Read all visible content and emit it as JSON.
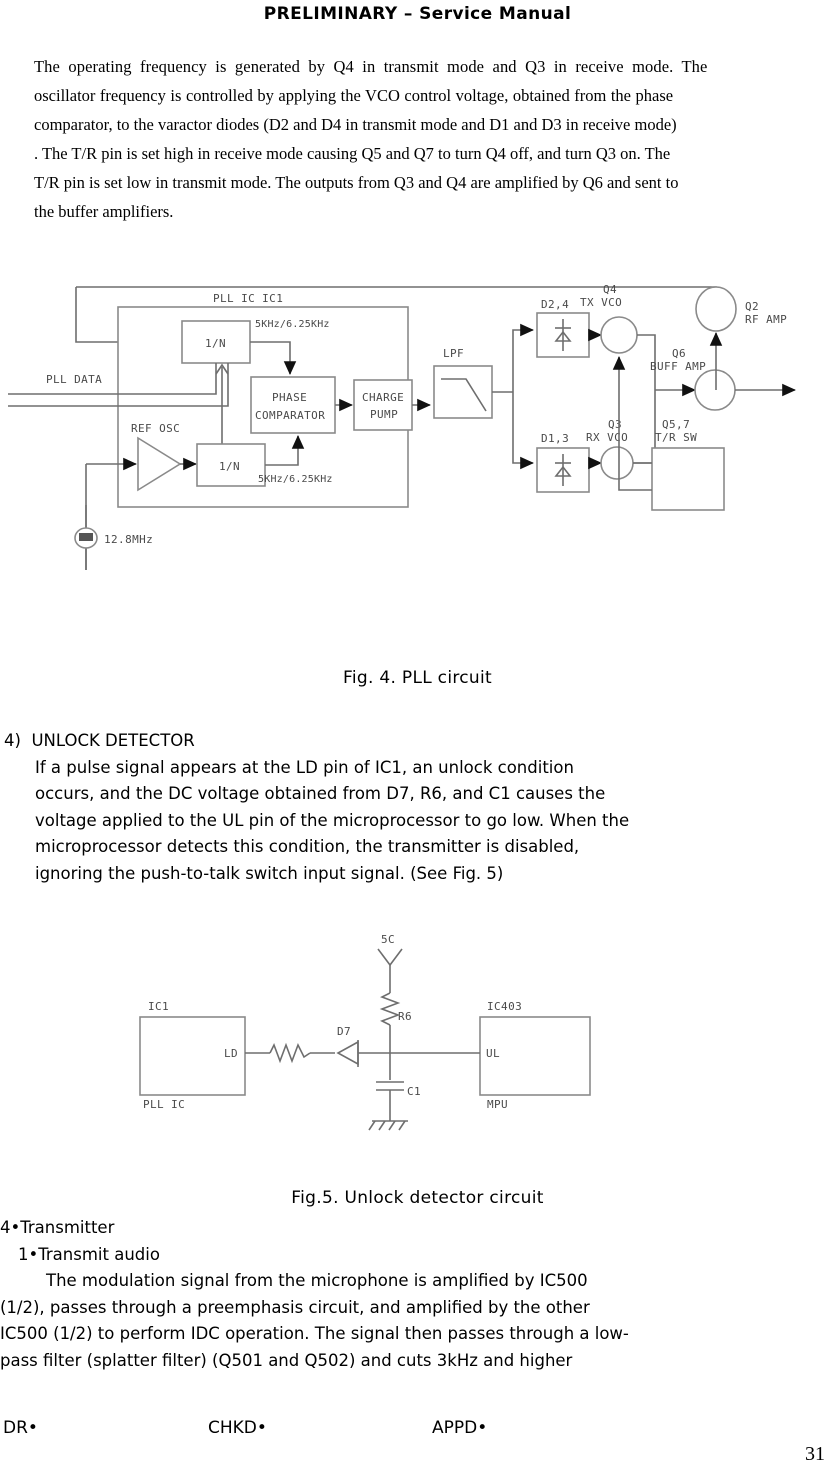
{
  "header": {
    "title": "PRELIMINARY – Service Manual"
  },
  "intro_paragraph": {
    "lines": [
      "The operating frequency is generated by Q4 in transmit mode and Q3 in receive mode. The",
      "oscillator frequency is controlled by applying the VCO control voltage, obtained from the phase",
      "comparator, to the varactor diodes  (D2 and D4 in transmit mode and D1 and D3 in receive mode)",
      ". The T/R pin is set high in receive mode causing Q5 and Q7 to turn Q4 off, and turn Q3 on. The",
      "T/R pin is set low in transmit mode. The outputs from Q3 and Q4 are amplified by Q6 and sent to",
      "the buffer amplifiers."
    ]
  },
  "figure4": {
    "caption": "Fig. 4.  PLL circuit",
    "labels": {
      "pll_ic": "PLL IC IC1",
      "pll_data": "PLL DATA",
      "divider_top": "1/N",
      "divider_bottom": "1/N",
      "ref_osc": "REF OSC",
      "phase_comparator_l1": "PHASE",
      "phase_comparator_l2": "COMPARATOR",
      "charge_pump_l1": "CHARGE",
      "charge_pump_l2": "PUMP",
      "freq_top": "5KHz/6.25KHz",
      "freq_bottom": "5KHz/6.25KHz",
      "crystal": "12.8MHz",
      "lpf": "LPF",
      "varactor_tx": "D2,4",
      "varactor_rx": "D1,3",
      "tx_vco_l1": "Q4",
      "tx_vco_l2": "TX VCO",
      "rx_vco_l1": "Q3",
      "rx_vco_l2": "RX VCO",
      "buff_amp_l1": "Q6",
      "buff_amp_l2": "BUFF AMP",
      "rf_amp_l1": "Q2",
      "rf_amp_l2": "RF AMP",
      "tr_sw_l1": "Q5,7",
      "tr_sw_l2": "T/R SW"
    }
  },
  "unlock_section": {
    "number": "4)",
    "heading": "UNLOCK DETECTOR",
    "lines": [
      "If a pulse signal appears at the LD pin of IC1, an unlock condition",
      "occurs, and the DC voltage obtained from D7, R6, and C1 causes the",
      "voltage applied to the UL pin of the microprocessor to go low. When the",
      "microprocessor detects this condition, the transmitter is disabled,",
      "ignoring the push-to-talk switch input signal. (See Fig. 5)"
    ]
  },
  "figure5": {
    "caption": "Fig.5.   Unlock detector circuit",
    "labels": {
      "ic1": "IC1",
      "ic1_sub": "PLL IC",
      "ld_pin": "LD",
      "diode": "D7",
      "resistor_r6": "R6",
      "supply": "5C",
      "cap_c1": "C1",
      "ic403": "IC403",
      "ic403_sub": "MPU",
      "ul_pin": "UL"
    }
  },
  "transmitter_section": {
    "heading1": "4•Transmitter",
    "heading2": "1•Transmit audio",
    "lines": [
      "The modulation signal from the microphone is amplified by IC500",
      "(1/2), passes through a preemphasis circuit, and amplified by the other",
      "IC500 (1/2) to perform IDC operation. The signal then passes through a  low-",
      "pass filter (splatter filter) (Q501 and Q502) and cuts 3kHz and higher"
    ]
  },
  "footer": {
    "dr": "DR•",
    "chkd": "CHKD•",
    "appd": "APPD•",
    "page_number": "31"
  }
}
